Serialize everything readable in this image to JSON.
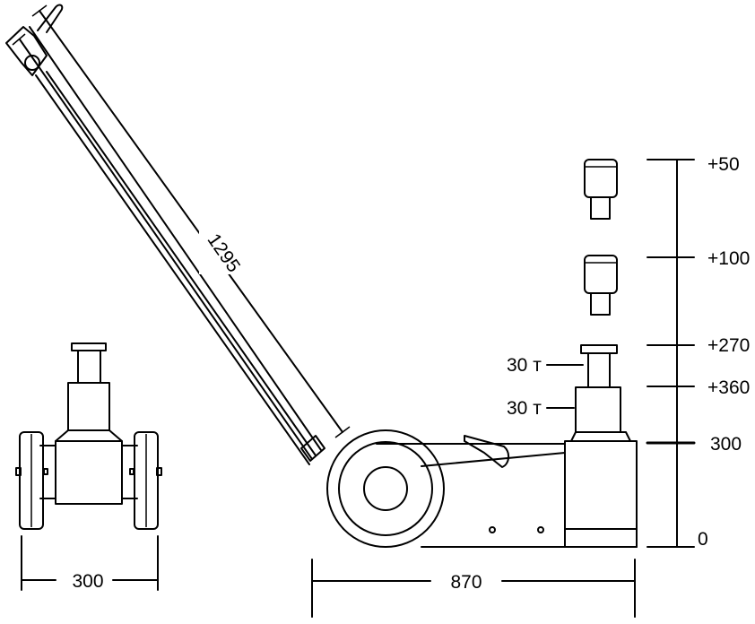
{
  "drawing": {
    "handle_length": "1295",
    "levels": [
      {
        "id": "plus50",
        "text": "+50"
      },
      {
        "id": "plus100",
        "text": "+100"
      },
      {
        "id": "plus270",
        "text": "+270"
      },
      {
        "id": "plus360",
        "text": "+360"
      },
      {
        "id": "base300",
        "text": "300"
      },
      {
        "id": "zero",
        "text": "0"
      }
    ],
    "capacity_upper": "30 т",
    "capacity_lower": "30 т",
    "front_width": "300",
    "side_length": "870"
  }
}
